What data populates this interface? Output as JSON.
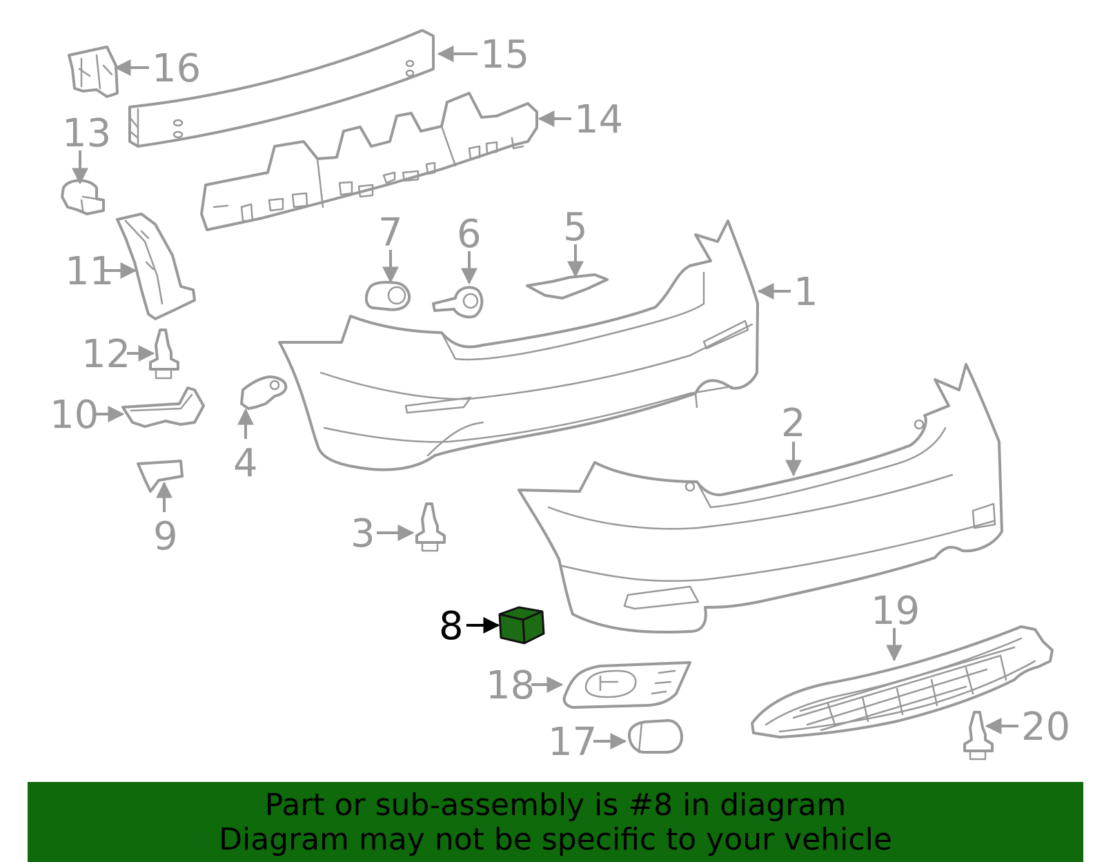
{
  "diagram": {
    "highlight_color": "#1e6b15",
    "line_color": "#999999",
    "callouts": [
      {
        "id": "1",
        "label": "1"
      },
      {
        "id": "2",
        "label": "2"
      },
      {
        "id": "3",
        "label": "3"
      },
      {
        "id": "4",
        "label": "4"
      },
      {
        "id": "5",
        "label": "5"
      },
      {
        "id": "6",
        "label": "6"
      },
      {
        "id": "7",
        "label": "7"
      },
      {
        "id": "8",
        "label": "8",
        "highlighted": true
      },
      {
        "id": "9",
        "label": "9"
      },
      {
        "id": "10",
        "label": "10"
      },
      {
        "id": "11",
        "label": "11"
      },
      {
        "id": "12",
        "label": "12"
      },
      {
        "id": "13",
        "label": "13"
      },
      {
        "id": "14",
        "label": "14"
      },
      {
        "id": "15",
        "label": "15"
      },
      {
        "id": "16",
        "label": "16"
      },
      {
        "id": "17",
        "label": "17"
      },
      {
        "id": "18",
        "label": "18"
      },
      {
        "id": "19",
        "label": "19"
      },
      {
        "id": "20",
        "label": "20"
      }
    ]
  },
  "banner": {
    "line1": "Part or sub-assembly is #8 in diagram",
    "line2": "Diagram may not be specific to your vehicle",
    "background": "#0f6a0b"
  }
}
